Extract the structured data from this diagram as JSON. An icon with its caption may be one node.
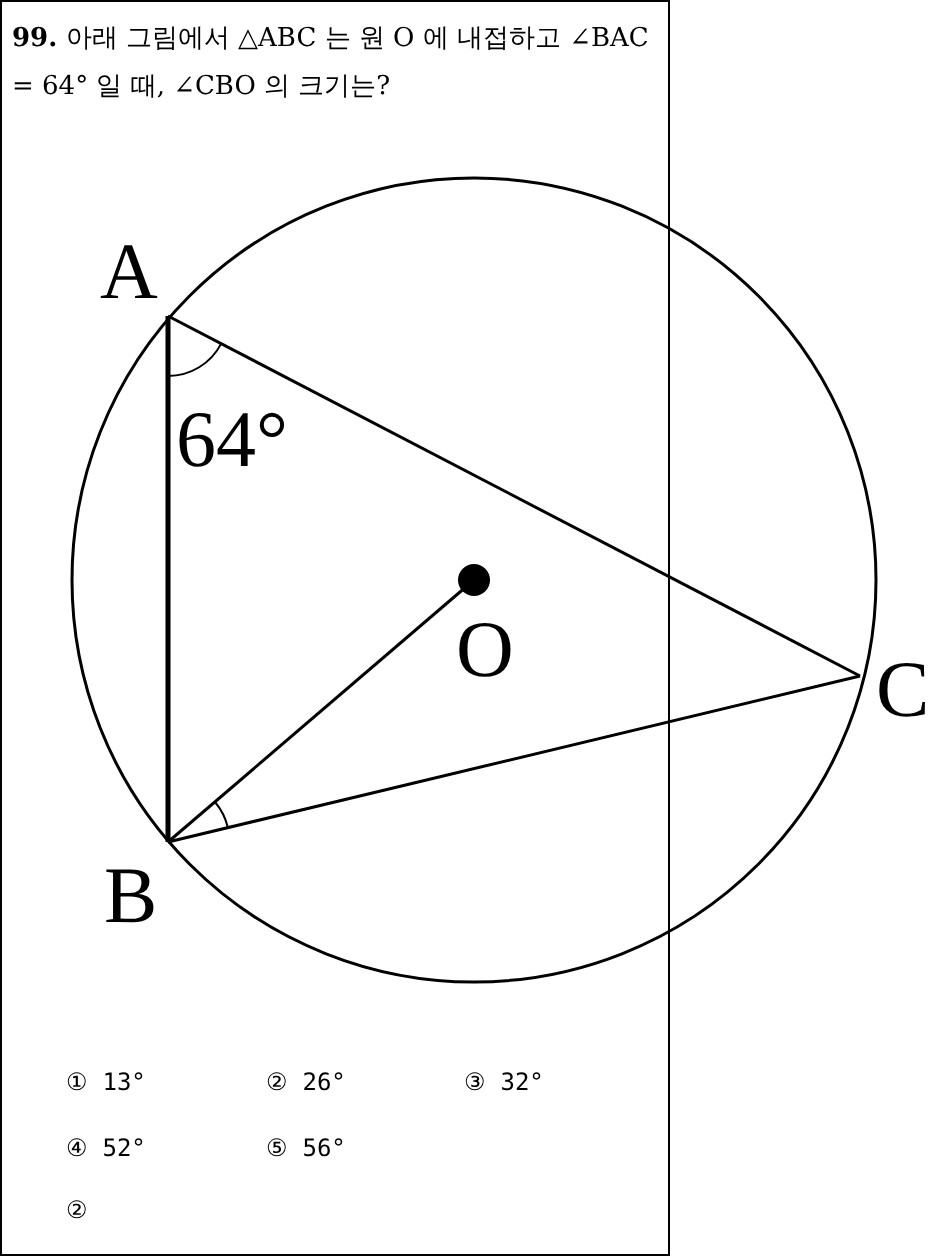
{
  "diagram": {
    "labels": [
      "**99.** 아래 그림에서 △ABC 는 원 O 에 내접하고 ∠BAC = 64° 일 때, ∠CBO 의 크기는?",
      "A",
      "64°",
      "O",
      "C",
      "B",
      "① 13°",
      "② 26°",
      "③ 32°",
      "④ 52°",
      "⑤ 56°",
      "②"
    ]
  }
}
